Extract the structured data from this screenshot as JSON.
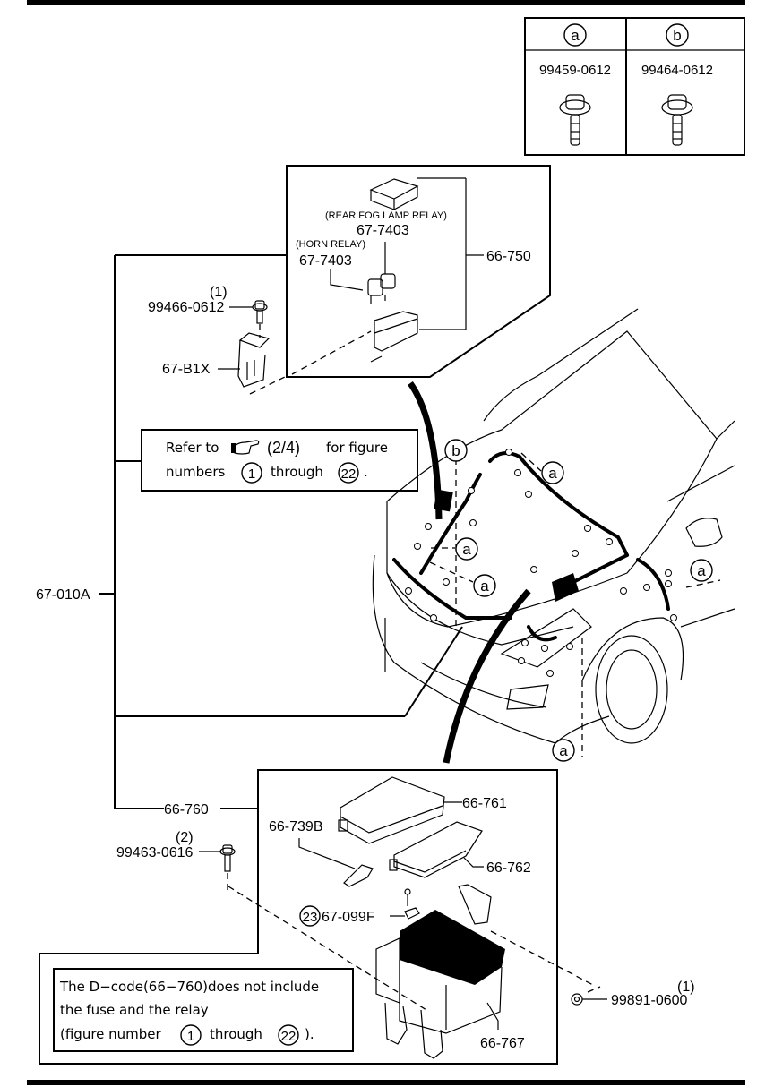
{
  "diagram": {
    "title": "Front wiring harness / relay & fuse block exploded parts diagram",
    "colors": {
      "line": "#000000",
      "background": "#ffffff"
    }
  },
  "fastener_table": {
    "columns": [
      {
        "key": "a",
        "part_number": "99459-0612",
        "icon": "flange-bolt-icon"
      },
      {
        "key": "b",
        "part_number": "99464-0612",
        "icon": "flange-bolt-icon"
      }
    ]
  },
  "relay_box": {
    "rear_fog_relay_name": "(REAR FOG LAMP RELAY)",
    "rear_fog_relay_part": "67-7403",
    "horn_relay_name": "(HORN RELAY)",
    "horn_relay_part": "67-7403",
    "assembly_part": "66-750"
  },
  "bracket": {
    "bolt_qty": "(1)",
    "bolt_part": "99466-0612",
    "bracket_part": "67-B1X"
  },
  "harness": {
    "part": "67-010A"
  },
  "refer_note": {
    "line1_prefix": "Refer to",
    "icon": "pointing-hand-icon",
    "page_ref": "(2/4)",
    "line1_suffix": "for figure",
    "line2_prefix": "numbers",
    "from_num": "1",
    "through": "through",
    "to_num": "22",
    "end": "."
  },
  "car_callouts": [
    "b",
    "a",
    "a",
    "a",
    "a",
    "a"
  ],
  "fuse_block": {
    "assembly_part": "66-760",
    "cover_upper": "66-761",
    "cover_lower": "66-762",
    "clip_part": "66-739B",
    "fuse_fig_num": "23",
    "fuse_part": "67-099F",
    "bracket_part": "66-767",
    "bolt_qty": "(2)",
    "bolt_part": "99463-0616",
    "nut_qty": "(1)",
    "nut_part": "99891-0600"
  },
  "dcode_note": {
    "line1": "The D−code(66−760)does not include",
    "line2": "the fuse and the relay",
    "line3_prefix": "(figure number",
    "from_num": "1",
    "through": "through",
    "to_num": "22",
    "end": ")."
  }
}
